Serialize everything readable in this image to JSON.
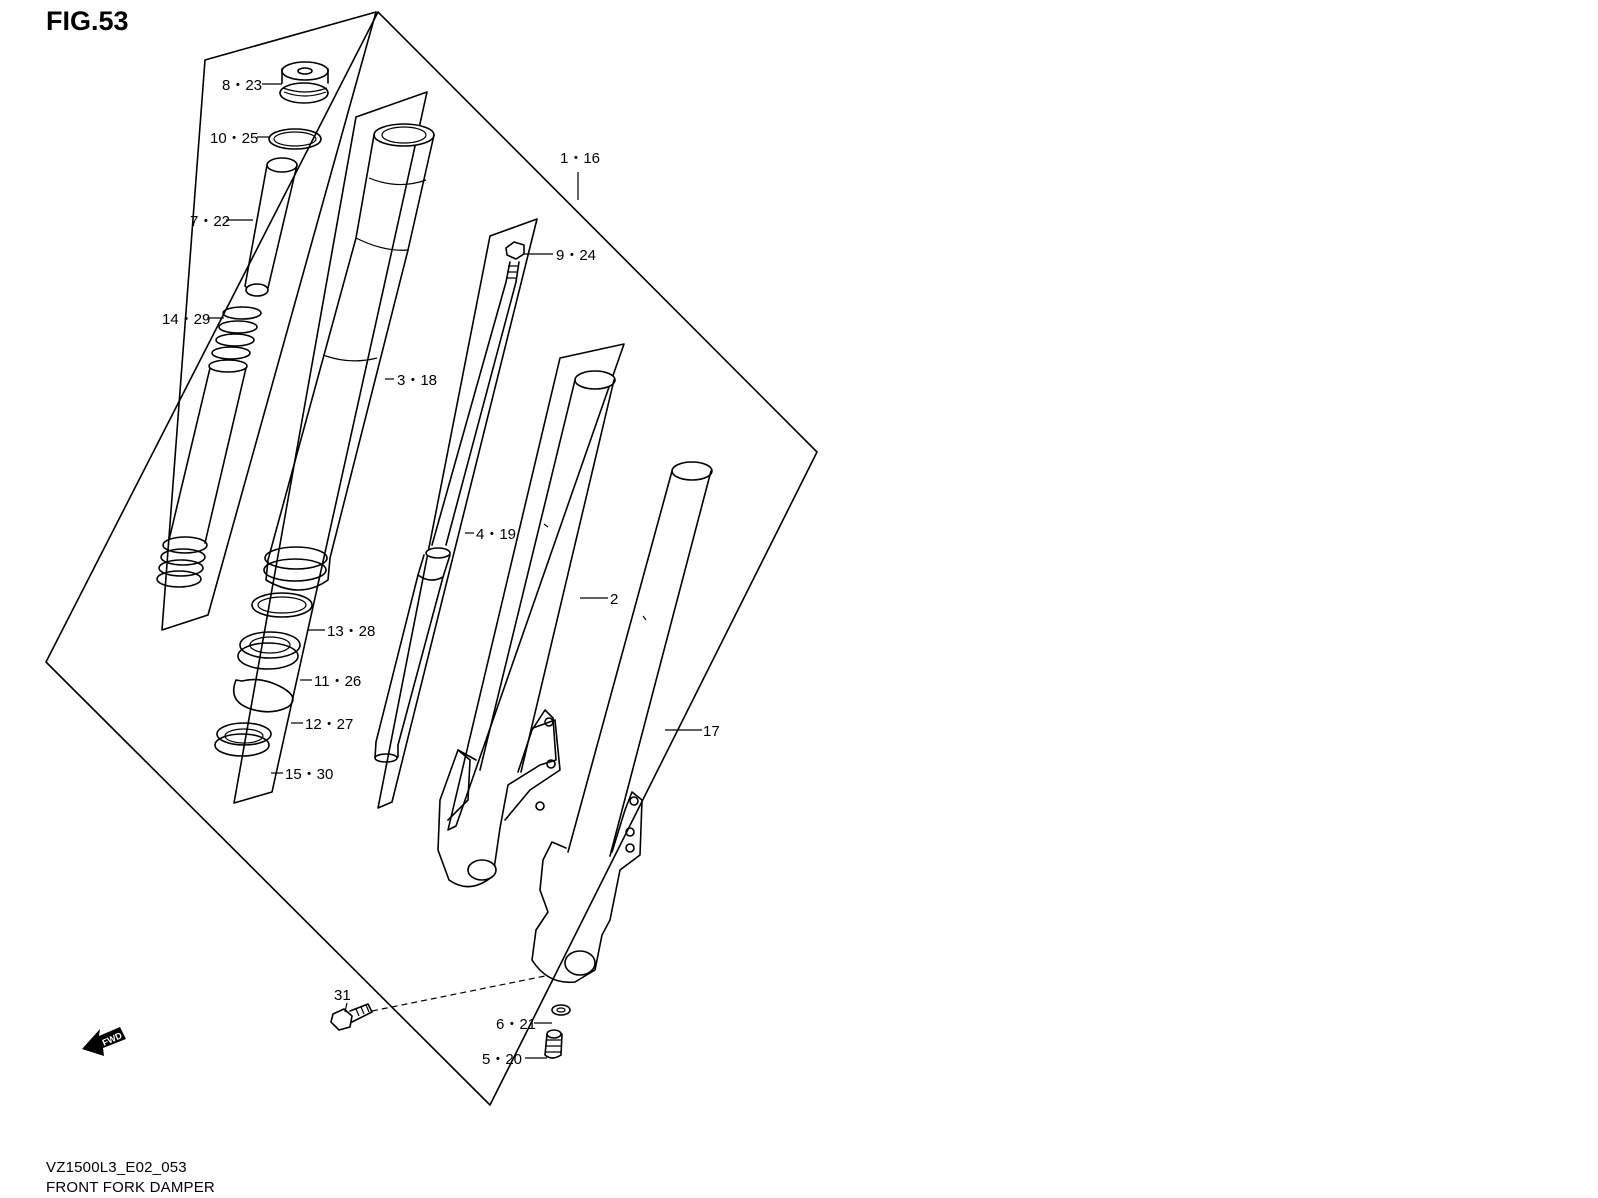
{
  "figure": {
    "title": "FIG.53",
    "model_code": "VZ1500L3_E02_053",
    "name": "FRONT FORK DAMPER"
  },
  "callouts": {
    "c1": "1・16",
    "c2": "2",
    "c3": "3・18",
    "c4": "4・19",
    "c5": "5・20",
    "c6": "6・21",
    "c7": "7・22",
    "c8": "8・23",
    "c9": "9・24",
    "c10": "10・25",
    "c11": "11・26",
    "c12": "12・27",
    "c13": "13・28",
    "c14": "14・29",
    "c15": "15・30",
    "c17": "17",
    "c31": "31"
  },
  "fwd_label": "FWD"
}
